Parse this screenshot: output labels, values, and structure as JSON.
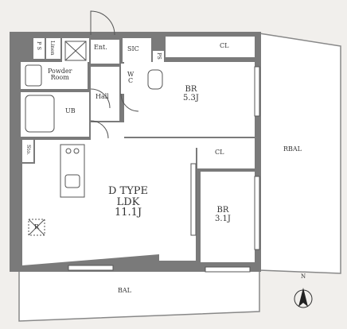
{
  "plan": {
    "rooms": {
      "ps_a": "P S",
      "linen": "Linen",
      "ent": "Ent.",
      "sic": "SIC",
      "ps_b": "PS",
      "powder_room": "Powder\nRoom",
      "wc": "W\nC",
      "hall": "Hall",
      "ub": "UB",
      "br_upper": {
        "name": "BR",
        "size": "5.3J"
      },
      "cl_upper": "CL",
      "cl_lower": "CL",
      "sto": "Sto.",
      "ldk": {
        "type": "D TYPE",
        "name": "LDK",
        "size": "11.1J"
      },
      "br_lower": {
        "name": "BR",
        "size": "3.1J"
      },
      "r": "R",
      "rbal": "RBAL",
      "bal": "BAL"
    },
    "north": "N"
  },
  "colors": {
    "wall": "#7a7a7a",
    "floor": "#ffffff",
    "background": "#f1efec",
    "balcony": "#ffffff",
    "line": "#555555"
  }
}
